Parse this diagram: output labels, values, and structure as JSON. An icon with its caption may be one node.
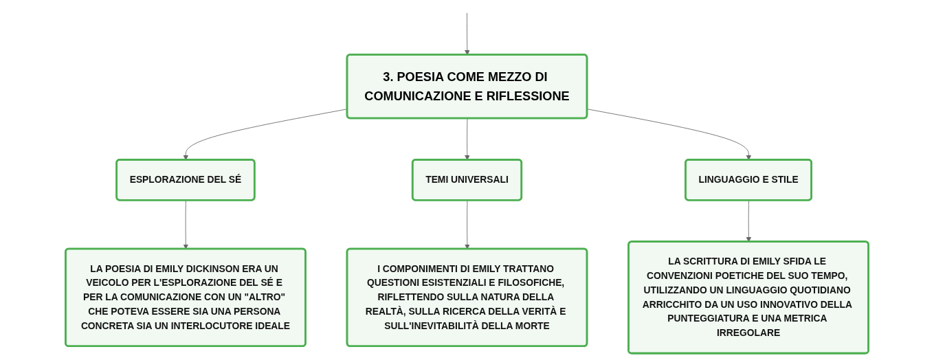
{
  "diagram": {
    "nodes": [
      {
        "text": [
          "3. POESIA COME MEZZO DI COMUNICAZIONE E RIFLESSIONE"
        ]
      },
      {
        "text": [
          "ESPLORAZIONE DEL SÉ"
        ]
      },
      {
        "text": [
          "TEMI UNIVERSALI"
        ]
      },
      {
        "text": [
          "LINGUAGGIO E STILE"
        ]
      },
      {
        "text": [
          "LA POESIA DI EMILY DICKINSON ERA UN VEICOLO PER L'ESPLORAZIONE DEL SÉ E PER LA COMUNICAZIONE CON UN \"ALTRO\" CHE POTEVA ESSERE SIA UNA PERSONA CONCRETA SIA UN INTERLOCUTORE IDEALE"
        ]
      },
      {
        "text": [
          "I COMPONIMENTI DI EMILY TRATTANO QUESTIONI ESISTENZIALI E FILOSOFICHE, RIFLETTENDO SULLA NATURA DELLA REALTÀ, SULLA RICERCA DELLA VERITÀ E SULL'INEVITABILITÀ DELLA MORTE"
        ]
      },
      {
        "text": [
          "LA SCRITTURA DI EMILY SFIDA LE CONVENZIONI POETICHE DEL SUO TEMPO, UTILIZZANDO UN LINGUAGGIO QUOTIDIANO ARRICCHITO DA UN USO INNOVATIVO DELLA PUNTEGGIATURA E UNA METRICA IRREGOLARE"
        ]
      }
    ],
    "edges": [
      {
        "from": null,
        "to": 0,
        "arrow": "to"
      },
      {
        "from": 0,
        "to": 1,
        "arrow": "to"
      },
      {
        "from": 0,
        "to": 2,
        "arrow": "to"
      },
      {
        "from": 0,
        "to": 3,
        "arrow": "to"
      },
      {
        "from": 1,
        "to": 4,
        "arrow": "to"
      },
      {
        "from": 2,
        "to": 5,
        "arrow": "to"
      },
      {
        "from": 3,
        "to": 6,
        "arrow": "to"
      }
    ]
  }
}
